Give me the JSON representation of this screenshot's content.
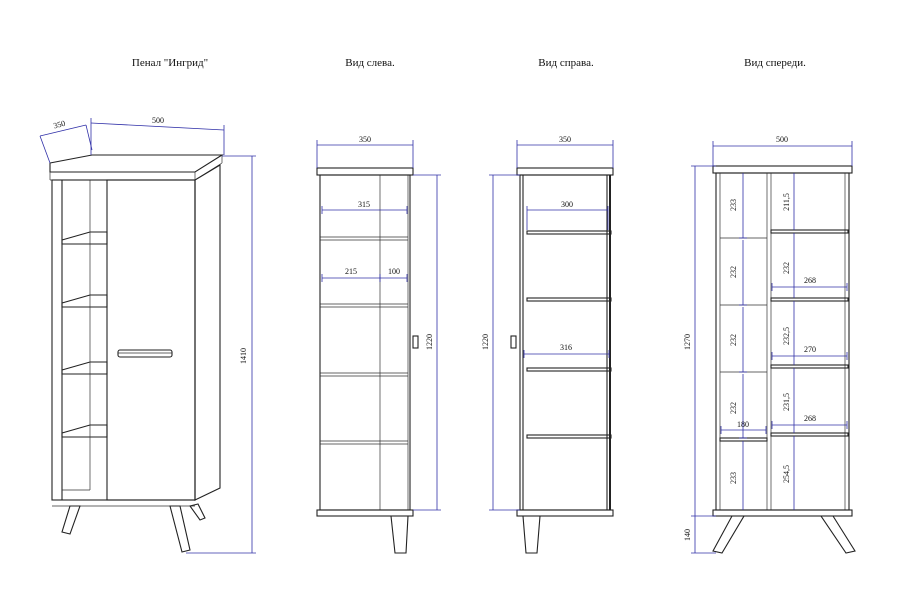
{
  "titles": {
    "perspective": "Пенал \"Ингрид\"",
    "left": "Вид слева.",
    "right": "Вид справа.",
    "front": "Вид спереди."
  },
  "colors": {
    "outline": "#222222",
    "dimension": "#3030a8",
    "background": "#ffffff"
  },
  "perspective": {
    "depth": "350",
    "width": "500",
    "height": "1410"
  },
  "left_view": {
    "width": "350",
    "height": "1220",
    "inner": "315",
    "left_part": "215",
    "right_part": "100"
  },
  "right_view": {
    "width": "350",
    "height": "1220",
    "top_shelf": "300",
    "mid_shelf": "316"
  },
  "front_view": {
    "width": "500",
    "height": "1270",
    "legs": "140",
    "left_cells": [
      "233",
      "232",
      "232",
      "232",
      "233"
    ],
    "right_cells": [
      "211,5",
      "232",
      "232,5",
      "231,5",
      "254,5"
    ],
    "shelf_w1": "268",
    "shelf_w2": "270",
    "shelf_w3": "268",
    "bottom_shelf": "180"
  }
}
